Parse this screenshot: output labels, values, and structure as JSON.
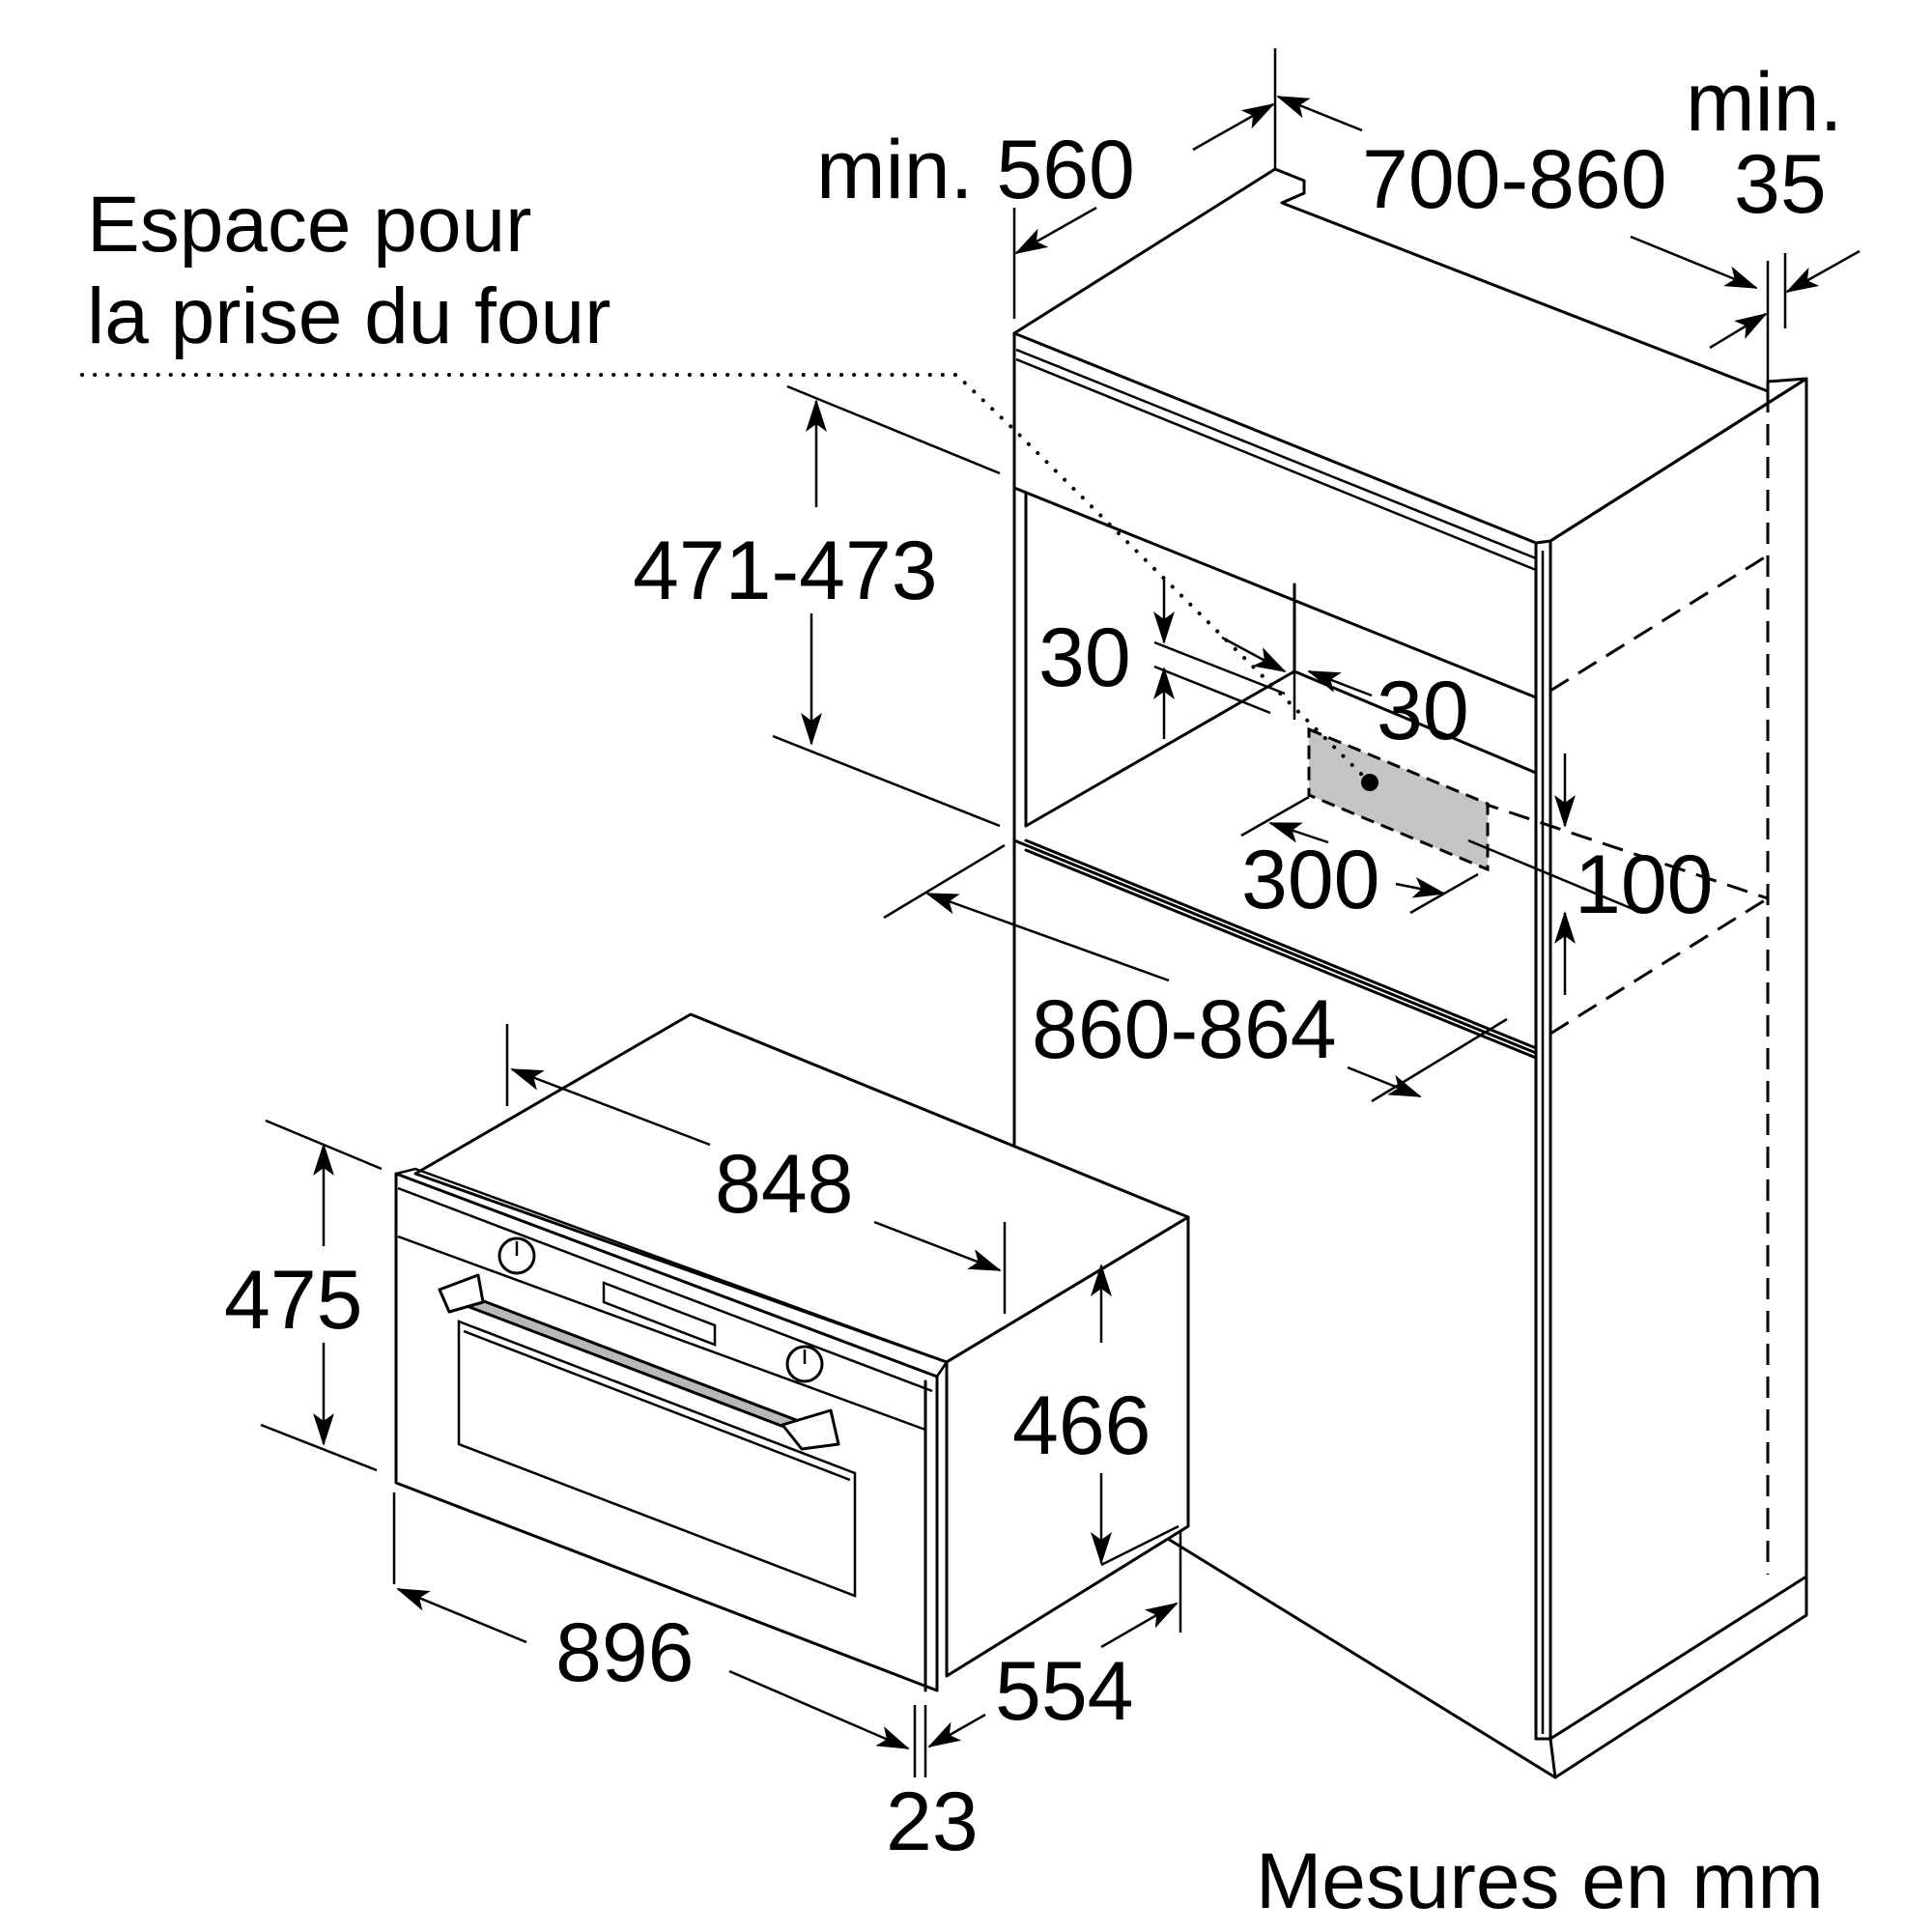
{
  "caption": {
    "line1": "Espace pour",
    "line2": "la prise du four"
  },
  "units_note": "Mesures en mm",
  "dimensions": {
    "niche_depth_min": "min. 560",
    "cabinet_depth": "700-860",
    "rear_gap_min_line1": "min.",
    "rear_gap_min_line2": "35",
    "niche_height": "471-473",
    "socket_offset_top": "30",
    "socket_offset_side": "30",
    "socket_width": "300",
    "socket_height": "100",
    "niche_width": "860-864",
    "oven_body_width": "848",
    "oven_front_height": "475",
    "oven_body_height": "466",
    "oven_front_width": "896",
    "oven_depth": "554",
    "front_panel_thickness": "23"
  }
}
